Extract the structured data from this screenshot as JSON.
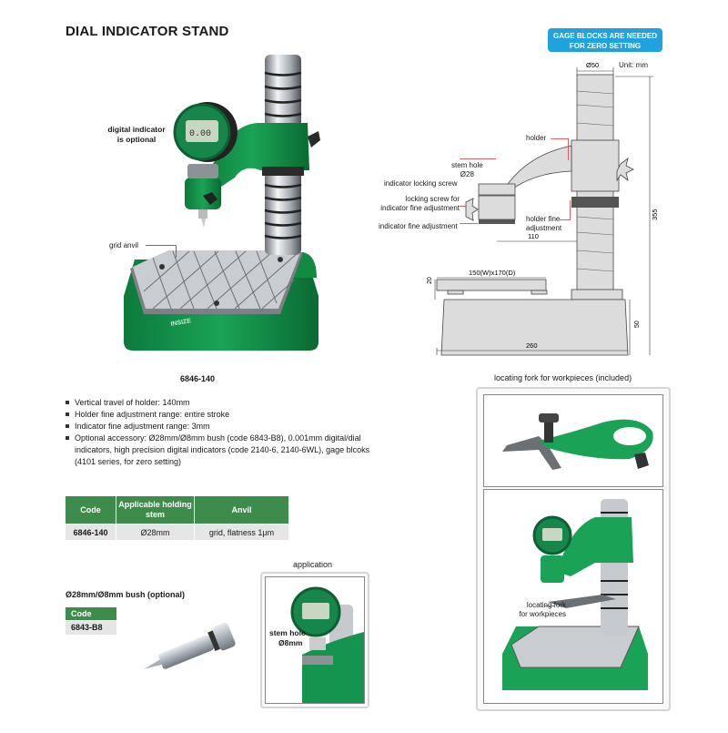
{
  "header": {
    "title": "DIAL INDICATOR STAND"
  },
  "notice": {
    "line1": "GAGE BLOCKS ARE NEEDED",
    "line2": "FOR ZERO SETTING",
    "color": "#1fa2de"
  },
  "drawing": {
    "unit": "Unit: mm",
    "dims": {
      "column_dia": "Ø50",
      "height": "355",
      "reach": "110",
      "anvil_size": "150(W)x170(D)",
      "anvil_thk": "20",
      "base_h": "50",
      "base_w": "260",
      "stem_hole_dia": "Ø28"
    },
    "labels": {
      "holder": "holder",
      "stem_hole": "stem hole",
      "indicator_locking_screw": "indicator locking screw",
      "locking_screw_1": "locking screw for",
      "locking_screw_2": "indicator fine adjustment",
      "indicator_fine_adjustment": "indicator fine adjustment",
      "holder_fine_1": "holder fine",
      "holder_fine_2": "adjustment"
    }
  },
  "product_photo": {
    "indicator_note_1": "digital indicator",
    "indicator_note_2": "is optional",
    "grid_anvil": "grid anvil",
    "brand": "INSIZE"
  },
  "model_code": "6846-140",
  "specs": [
    "Vertical travel of holder: 140mm",
    "Holder fine adjustment range: entire stroke",
    "Indicator fine adjustment range: 3mm",
    "Optional accessory: Ø28mm/Ø8mm bush (code 6843-B8), 0.001mm digital/dial indicators, high precision digital indicators (code 2140-6, 2140-6WL), gage blcoks (4101 series, for zero setting)"
  ],
  "spec_table": {
    "headers": [
      "Code",
      "Applicable holding stem",
      "Anvil"
    ],
    "rows": [
      [
        "6846-140",
        "Ø28mm",
        "grid, flatness 1μm"
      ]
    ],
    "header_color": "#3d8c4b"
  },
  "bush": {
    "title": "Ø28mm/Ø8mm bush (optional)",
    "code_header": "Code",
    "code": "6843-B8"
  },
  "application": {
    "title": "application",
    "label_1": "stem hole",
    "label_2": "Ø8mm"
  },
  "fork": {
    "title": "locating fork for workpieces (included)",
    "label_1": "locating fork",
    "label_2": "for workpieces"
  }
}
